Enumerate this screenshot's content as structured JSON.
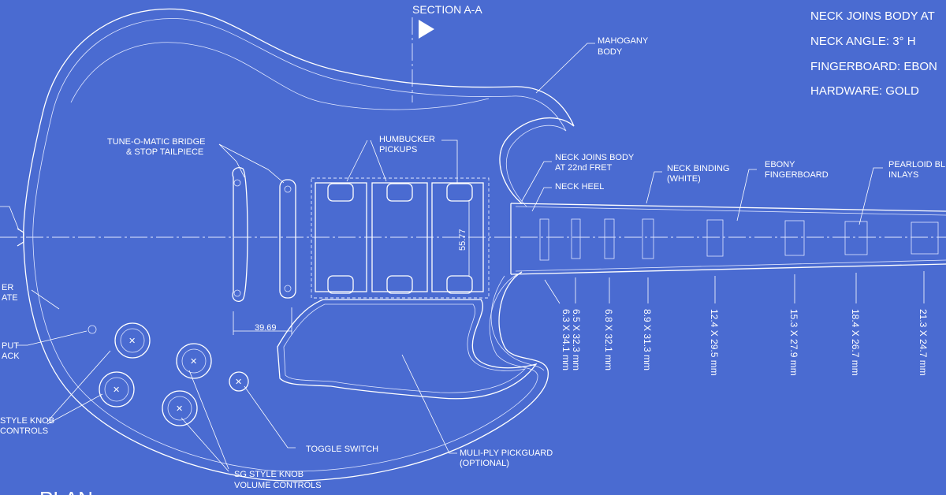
{
  "section_label": "SECTION A-A",
  "specs": [
    "NECK JOINS BODY AT",
    "NECK ANGLE:  3°      H",
    "FINGERBOARD:  EBON",
    "HARDWARE:  GOLD"
  ],
  "callouts": {
    "mahogany_body": [
      "MAHOGANY",
      "BODY"
    ],
    "tune_o_matic": [
      "TUNE-O-MATIC BRIDGE",
      "& STOP TAILPIECE"
    ],
    "humbucker": [
      "HUMBUCKER",
      "PICKUPS"
    ],
    "neck_joins": [
      "NECK JOINS BODY",
      "AT 22nd FRET"
    ],
    "neck_heel": [
      "NECK HEEL"
    ],
    "neck_binding": [
      "NECK BINDING",
      "(WHITE)"
    ],
    "ebony_fingerboard": [
      "EBONY",
      "FINGERBOARD"
    ],
    "pearloid_inlays": [
      "PEARLOID BL",
      "INLAYS"
    ],
    "strap_plate": [
      "ER",
      "ATE"
    ],
    "output_jack": [
      "PUT",
      "ACK"
    ],
    "tone_knob": [
      "STYLE KNOB",
      "CONTROLS"
    ],
    "toggle_switch": [
      "TOGGLE SWITCH"
    ],
    "pickguard": [
      "MULI-PLY PICKGUARD",
      "(OPTIONAL)"
    ],
    "volume_knob": [
      "SG STYLE KNOB",
      "VOLUME CONTROLS"
    ]
  },
  "dimensions": {
    "bridge_to_tailpiece": "39.69",
    "pickup_spacing": "55.77"
  },
  "inlay_dimensions": [
    "6.3 X 34.1 mm",
    "6.5 X 32.3 mm",
    "6.8 X 32.1 mm",
    "8.9 X 31.3 mm",
    "12.4 X 29.5 mm",
    "15.3 X 27.9 mm",
    "18.4 X 26.7 mm",
    "21.3 X 24.7 mm"
  ],
  "view_title": "PLAN"
}
